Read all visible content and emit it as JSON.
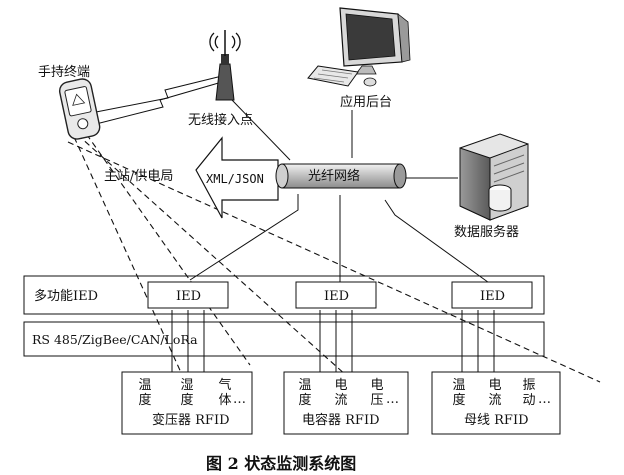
{
  "nodes": {
    "handheld": "手持终端",
    "wireless_ap": "无线接入点",
    "app_backend": "应用后台",
    "master_station": "主站/供电局",
    "data_format": "XML/JSON",
    "fiber_network": "光纤网络",
    "data_server": "数据服务器"
  },
  "bands": {
    "ied_band": "多功能IED",
    "bus_band": "RS 485/ZigBee/CAN/LoRa"
  },
  "ied_boxes": [
    "IED",
    "IED",
    "IED"
  ],
  "device_groups": [
    {
      "sensors": [
        {
          "chars": [
            "温",
            "度"
          ]
        },
        {
          "chars": [
            "湿",
            "度"
          ]
        },
        {
          "chars": [
            "气",
            "体"
          ]
        }
      ],
      "ellipsis": "…",
      "label": "变压器 RFID"
    },
    {
      "sensors": [
        {
          "chars": [
            "温",
            "度"
          ]
        },
        {
          "chars": [
            "电",
            "流"
          ]
        },
        {
          "chars": [
            "电",
            "压"
          ]
        }
      ],
      "ellipsis": "…",
      "label": "电容器 RFID"
    },
    {
      "sensors": [
        {
          "chars": [
            "温",
            "度"
          ]
        },
        {
          "chars": [
            "电",
            "流"
          ]
        },
        {
          "chars": [
            "振",
            "动"
          ]
        }
      ],
      "ellipsis": "…",
      "label": "母线 RFID"
    }
  ],
  "caption": "图 2   状态监测系统图"
}
